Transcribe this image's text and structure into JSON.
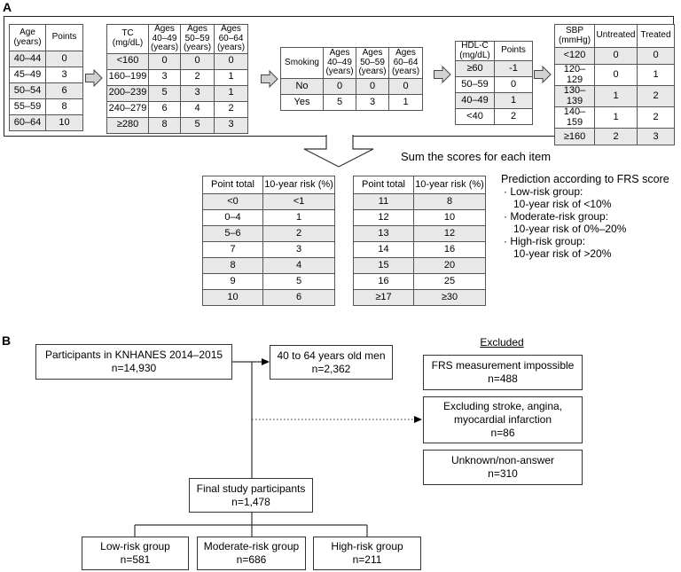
{
  "colors": {
    "shade": "#e8e8e8",
    "arrow_fill": "#d2d2d2",
    "line": "#333333"
  },
  "panelA": {
    "label": "A",
    "tables": {
      "age": {
        "headers": [
          "Age (years)",
          "Points"
        ],
        "rows": [
          [
            "40–44",
            "0"
          ],
          [
            "45–49",
            "3"
          ],
          [
            "50–54",
            "6"
          ],
          [
            "55–59",
            "8"
          ],
          [
            "60–64",
            "10"
          ]
        ]
      },
      "tc": {
        "headers": [
          "TC (mg/dL)",
          "Ages 40–49 (years)",
          "Ages 50–59 (years)",
          "Ages 60–64 (years)"
        ],
        "rows": [
          [
            "<160",
            "0",
            "0",
            "0"
          ],
          [
            "160–199",
            "3",
            "2",
            "1"
          ],
          [
            "200–239",
            "5",
            "3",
            "1"
          ],
          [
            "240–279",
            "6",
            "4",
            "2"
          ],
          [
            "≥280",
            "8",
            "5",
            "3"
          ]
        ]
      },
      "smoking": {
        "headers": [
          "Smoking",
          "Ages 40–49 (years)",
          "Ages 50–59 (years)",
          "Ages 60–64 (years)"
        ],
        "rows": [
          [
            "No",
            "0",
            "0",
            "0"
          ],
          [
            "Yes",
            "5",
            "3",
            "1"
          ]
        ]
      },
      "hdl": {
        "headers": [
          "HDL-C (mg/dL)",
          "Points"
        ],
        "rows": [
          [
            "≥60",
            "-1"
          ],
          [
            "50–59",
            "0"
          ],
          [
            "40–49",
            "1"
          ],
          [
            "<40",
            "2"
          ]
        ]
      },
      "sbp": {
        "headers": [
          "SBP (mmHg)",
          "Untreated",
          "Treated"
        ],
        "rows": [
          [
            "<120",
            "0",
            "0"
          ],
          [
            "120–129",
            "0",
            "1"
          ],
          [
            "130–139",
            "1",
            "2"
          ],
          [
            "140–159",
            "1",
            "2"
          ],
          [
            "≥160",
            "2",
            "3"
          ]
        ]
      },
      "risk1": {
        "headers": [
          "Point total",
          "10-year risk (%)"
        ],
        "rows": [
          [
            "<0",
            "<1"
          ],
          [
            "0–4",
            "1"
          ],
          [
            "5–6",
            "2"
          ],
          [
            "7",
            "3"
          ],
          [
            "8",
            "4"
          ],
          [
            "9",
            "5"
          ],
          [
            "10",
            "6"
          ]
        ]
      },
      "risk2": {
        "headers": [
          "Point total",
          "10-year risk (%)"
        ],
        "rows": [
          [
            "11",
            "8"
          ],
          [
            "12",
            "10"
          ],
          [
            "13",
            "12"
          ],
          [
            "14",
            "16"
          ],
          [
            "15",
            "20"
          ],
          [
            "16",
            "25"
          ],
          [
            "≥17",
            "≥30"
          ]
        ]
      }
    },
    "sum_text": "Sum the scores for each item",
    "prediction": {
      "title": "Prediction according to FRS score",
      "lines": [
        "· Low-risk group:",
        "10-year risk of <10%",
        "· Moderate-risk group:",
        "10-year risk of 0%–20%",
        "· High-risk group:",
        "10-year risk of >20%"
      ]
    }
  },
  "panelB": {
    "label": "B",
    "excluded_heading": "Excluded",
    "boxes": {
      "participants": [
        "Participants in KNHANES 2014–2015",
        "n=14,930"
      ],
      "men": [
        "40 to 64 years old men",
        "n=2,362"
      ],
      "frs": [
        "FRS measurement impossible",
        "n=488"
      ],
      "stroke": [
        "Excluding stroke, angina,",
        "myocardial infarction",
        "n=86"
      ],
      "unknown": [
        "Unknown/non-answer",
        "n=310"
      ],
      "final": [
        "Final study participants",
        "n=1,478"
      ],
      "low": [
        "Low-risk group",
        "n=581"
      ],
      "moderate": [
        "Moderate-risk group",
        "n=686"
      ],
      "high": [
        "High-risk group",
        "n=211"
      ]
    }
  }
}
